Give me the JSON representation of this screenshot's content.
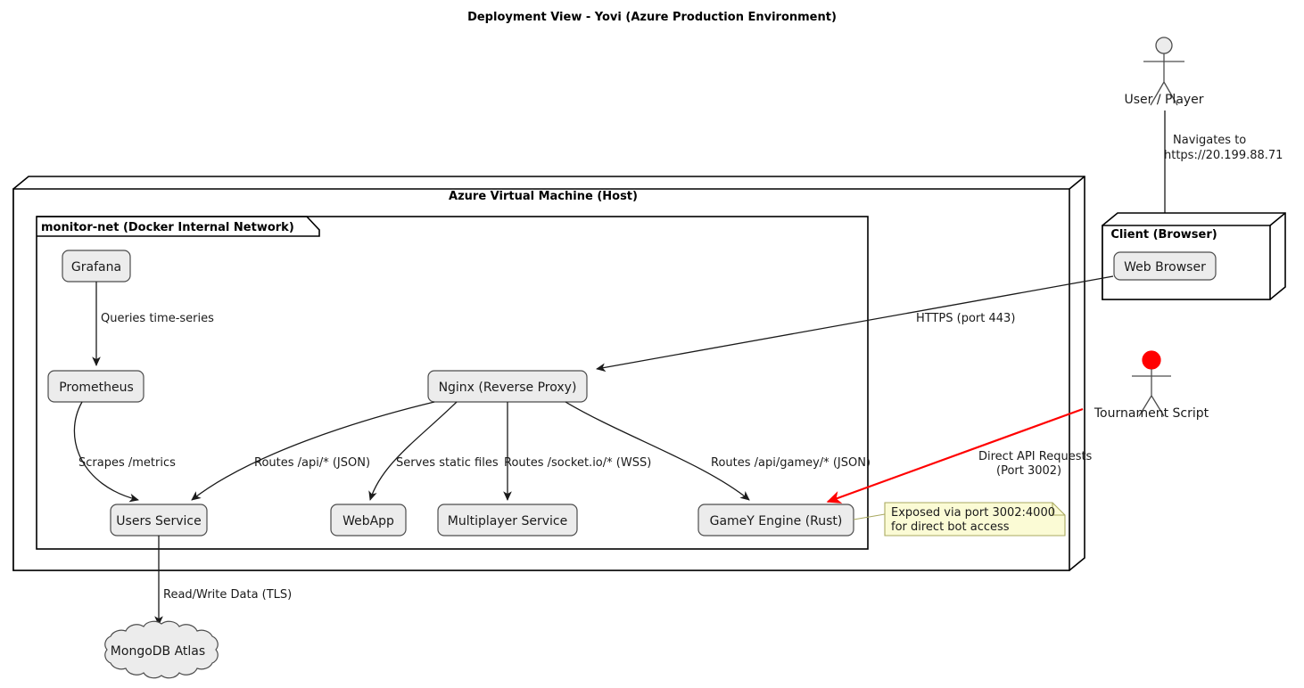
{
  "diagram": {
    "title": "Deployment View - Yovi (Azure Production Environment)",
    "type": "uml-deployment-diagram"
  },
  "actors": [
    {
      "id": "user-player",
      "label": "User / Player",
      "head_color": "#ECECEC"
    },
    {
      "id": "tournament-script",
      "label": "Tournament Script",
      "head_color": "#FF0000"
    }
  ],
  "nodes": [
    {
      "id": "azure-vm",
      "title": "Azure Virtual Machine (Host)",
      "kind": "node-3d"
    },
    {
      "id": "client-browser",
      "title": "Client (Browser)",
      "kind": "node-3d"
    }
  ],
  "frames": [
    {
      "id": "monitor-net",
      "title": "monitor-net (Docker Internal Network)",
      "kind": "package-frame"
    }
  ],
  "components": [
    {
      "id": "grafana",
      "label": "Grafana"
    },
    {
      "id": "prometheus",
      "label": "Prometheus"
    },
    {
      "id": "nginx",
      "label": "Nginx (Reverse Proxy)"
    },
    {
      "id": "users-service",
      "label": "Users Service"
    },
    {
      "id": "webapp",
      "label": "WebApp"
    },
    {
      "id": "multiplayer-service",
      "label": "Multiplayer Service"
    },
    {
      "id": "gamey-engine",
      "label": "GameY Engine (Rust)"
    },
    {
      "id": "web-browser",
      "label": "Web Browser"
    }
  ],
  "database": {
    "id": "mongodb-atlas",
    "label": "MongoDB Atlas",
    "kind": "cloud"
  },
  "note": {
    "id": "gamey-port-note",
    "line1": "Exposed via port 3002:4000",
    "line2": "for direct bot access",
    "color": "#FBFBD5"
  },
  "edges": [
    {
      "id": "user-to-browser",
      "from": "user-player",
      "to": "web-browser",
      "label_line1": "Navigates to",
      "label_line2": "https://20.199.88.71",
      "color": "#1a1a1a"
    },
    {
      "id": "browser-to-nginx",
      "from": "web-browser",
      "to": "nginx",
      "label_line1": "HTTPS (port 443)",
      "color": "#1a1a1a"
    },
    {
      "id": "grafana-to-prometheus",
      "from": "grafana",
      "to": "prometheus",
      "label_line1": "Queries time-series",
      "color": "#1a1a1a"
    },
    {
      "id": "prometheus-to-users",
      "from": "prometheus",
      "to": "users-service",
      "label_line1": "Scrapes /metrics",
      "color": "#1a1a1a"
    },
    {
      "id": "nginx-to-users",
      "from": "nginx",
      "to": "users-service",
      "label_line1": "Routes /api/* (JSON)",
      "color": "#1a1a1a"
    },
    {
      "id": "nginx-to-webapp",
      "from": "nginx",
      "to": "webapp",
      "label_line1": "Serves static files",
      "color": "#1a1a1a"
    },
    {
      "id": "nginx-to-multiplayer",
      "from": "nginx",
      "to": "multiplayer-service",
      "label_line1": "Routes /socket.io/* (WSS)",
      "color": "#1a1a1a"
    },
    {
      "id": "nginx-to-gamey",
      "from": "nginx",
      "to": "gamey-engine",
      "label_line1": "Routes /api/gamey/* (JSON)",
      "color": "#1a1a1a"
    },
    {
      "id": "script-to-gamey",
      "from": "tournament-script",
      "to": "gamey-engine",
      "label_line1": "Direct API Requests",
      "label_line2": "(Port 3002)",
      "color": "#FF0000"
    },
    {
      "id": "users-to-mongodb",
      "from": "users-service",
      "to": "mongodb-atlas",
      "label_line1": "Read/Write Data (TLS)",
      "color": "#1a1a1a"
    }
  ]
}
